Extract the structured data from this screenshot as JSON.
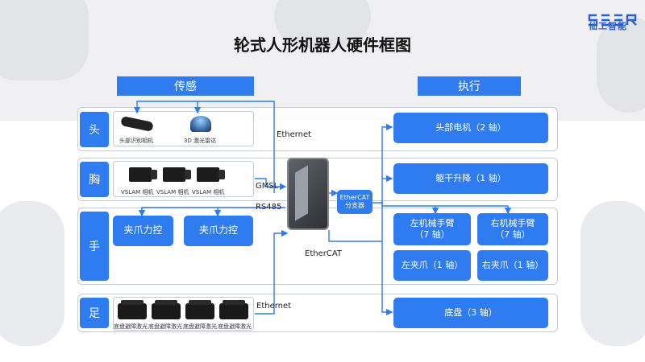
{
  "title": "轮式人形机器人硬件框图",
  "logo": {
    "text": "仙工智能"
  },
  "headers": {
    "sense": "传感",
    "act": "执行"
  },
  "sections": {
    "head": "头",
    "chest": "胸",
    "hand": "手",
    "foot": "足"
  },
  "sensors": {
    "head_cam": "头部识别相机",
    "head_lidar": "3D 激光雷达",
    "vslam": [
      "VSLAM 相机",
      "VSLAM 相机",
      "VSLAM 相机"
    ],
    "gripper_force": [
      "夹爪力控",
      "夹爪力控"
    ],
    "chassis_lidar": [
      "底盘避障激光",
      "底盘避障激光",
      "底盘避障激光",
      "底盘避障激光"
    ]
  },
  "links": {
    "ethernet_top": "Ethernet",
    "gmsl": "GMSL",
    "rs485": "RS485",
    "ethercat": "EtherCAT",
    "ethernet_bottom": "Ethernet"
  },
  "hub": "EtherCAT\n分支器",
  "actuators": {
    "head_motor": "头部电机（2 轴）",
    "torso_lift": "躯干升降（1 轴）",
    "left_arm": "左机械手臂\n（7 轴）",
    "right_arm": "右机械手臂\n（7 轴）",
    "left_gripper": "左夹爪（1 轴）",
    "right_gripper": "右夹爪（1 轴）",
    "chassis": "底盘（3 轴）"
  },
  "colors": {
    "primary": "#2f7bf0",
    "wire": "#2f7bf0"
  }
}
